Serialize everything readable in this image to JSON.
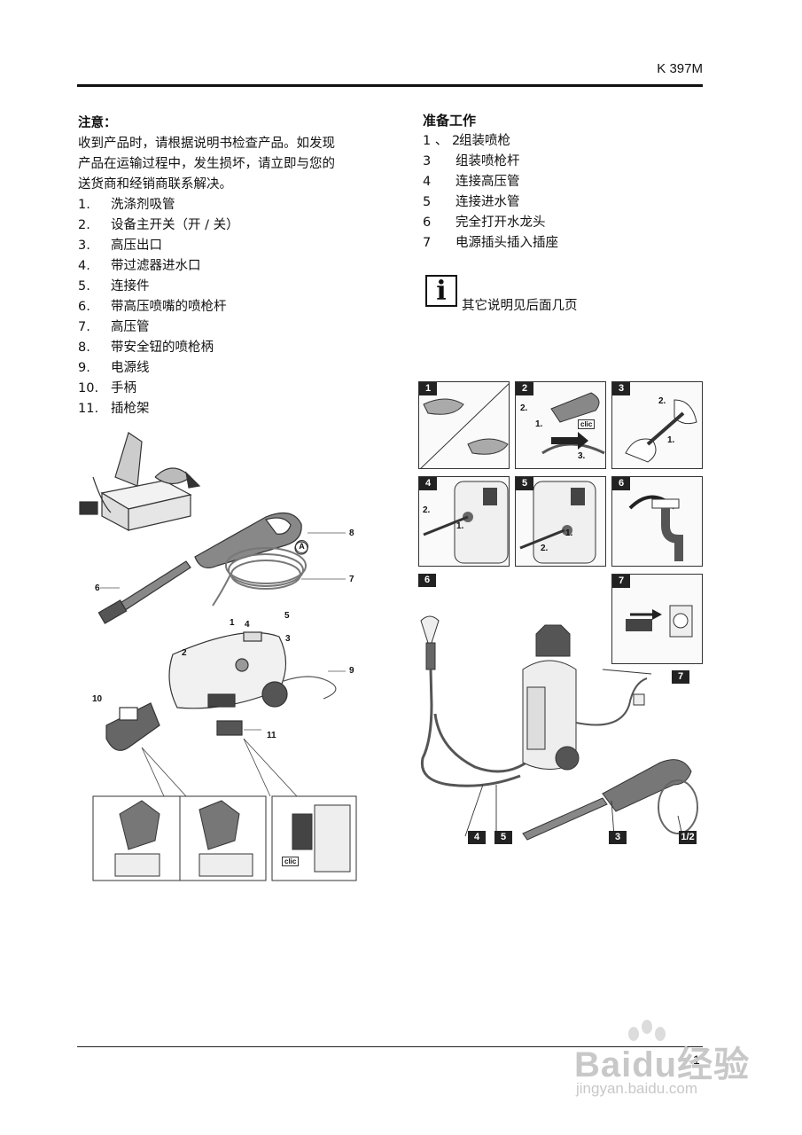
{
  "header": {
    "model": "K 397M"
  },
  "note": {
    "title": "注意：",
    "lines": [
      "收到产品时，请根据说明书检查产品。如发现",
      "产品在运输过程中，发生损坏，请立即与您的",
      "送货商和经销商联系解决。"
    ]
  },
  "parts": [
    {
      "num": "1.",
      "label": "洗涤剂吸管"
    },
    {
      "num": "2.",
      "label": "设备主开关（开 / 关）"
    },
    {
      "num": "3.",
      "label": "高压出口"
    },
    {
      "num": "4.",
      "label": "带过滤器进水口"
    },
    {
      "num": "5.",
      "label": "连接件"
    },
    {
      "num": "6.",
      "label": "带高压喷嘴的喷枪杆"
    },
    {
      "num": "7.",
      "label": "高压管"
    },
    {
      "num": "8.",
      "label": "带安全钮的喷枪柄"
    },
    {
      "num": "9.",
      "label": "电源线"
    },
    {
      "num": "10.",
      "label": "手柄"
    },
    {
      "num": "11.",
      "label": "插枪架"
    }
  ],
  "prep": {
    "title": "准备工作",
    "steps": [
      {
        "num": "1 、 2",
        "label": "组装喷枪"
      },
      {
        "num": "3",
        "label": "组装喷枪杆"
      },
      {
        "num": "4",
        "label": "连接高压管"
      },
      {
        "num": "5",
        "label": "连接进水管"
      },
      {
        "num": "6",
        "label": "完全打开水龙头"
      },
      {
        "num": "7",
        "label": "电源插头插入插座"
      }
    ]
  },
  "info": {
    "icon": "info-icon",
    "glyph": "i",
    "text": "其它说明见后面几页"
  },
  "diagram_left": {
    "callouts": [
      "8",
      "A",
      "7",
      "6",
      "1",
      "4",
      "5",
      "3",
      "2",
      "9",
      "10",
      "11"
    ],
    "clic": "clic"
  },
  "diagram_right": {
    "panels": [
      {
        "badge": "1",
        "marks": []
      },
      {
        "badge": "2",
        "marks": [
          "2.",
          "1.",
          "3.",
          "clic"
        ]
      },
      {
        "badge": "3",
        "marks": [
          "2.",
          "1."
        ]
      },
      {
        "badge": "4",
        "marks": [
          "2.",
          "1."
        ]
      },
      {
        "badge": "5",
        "marks": [
          "1.",
          "2."
        ]
      },
      {
        "badge": "6",
        "marks": []
      },
      {
        "badge": "7",
        "marks": []
      }
    ],
    "tags": [
      "6",
      "7",
      "4",
      "5",
      "3",
      "1/2"
    ]
  },
  "footer": {
    "page": "1"
  },
  "watermark": {
    "logo": "Baidu经验",
    "url": "jingyan.baidu.com"
  }
}
